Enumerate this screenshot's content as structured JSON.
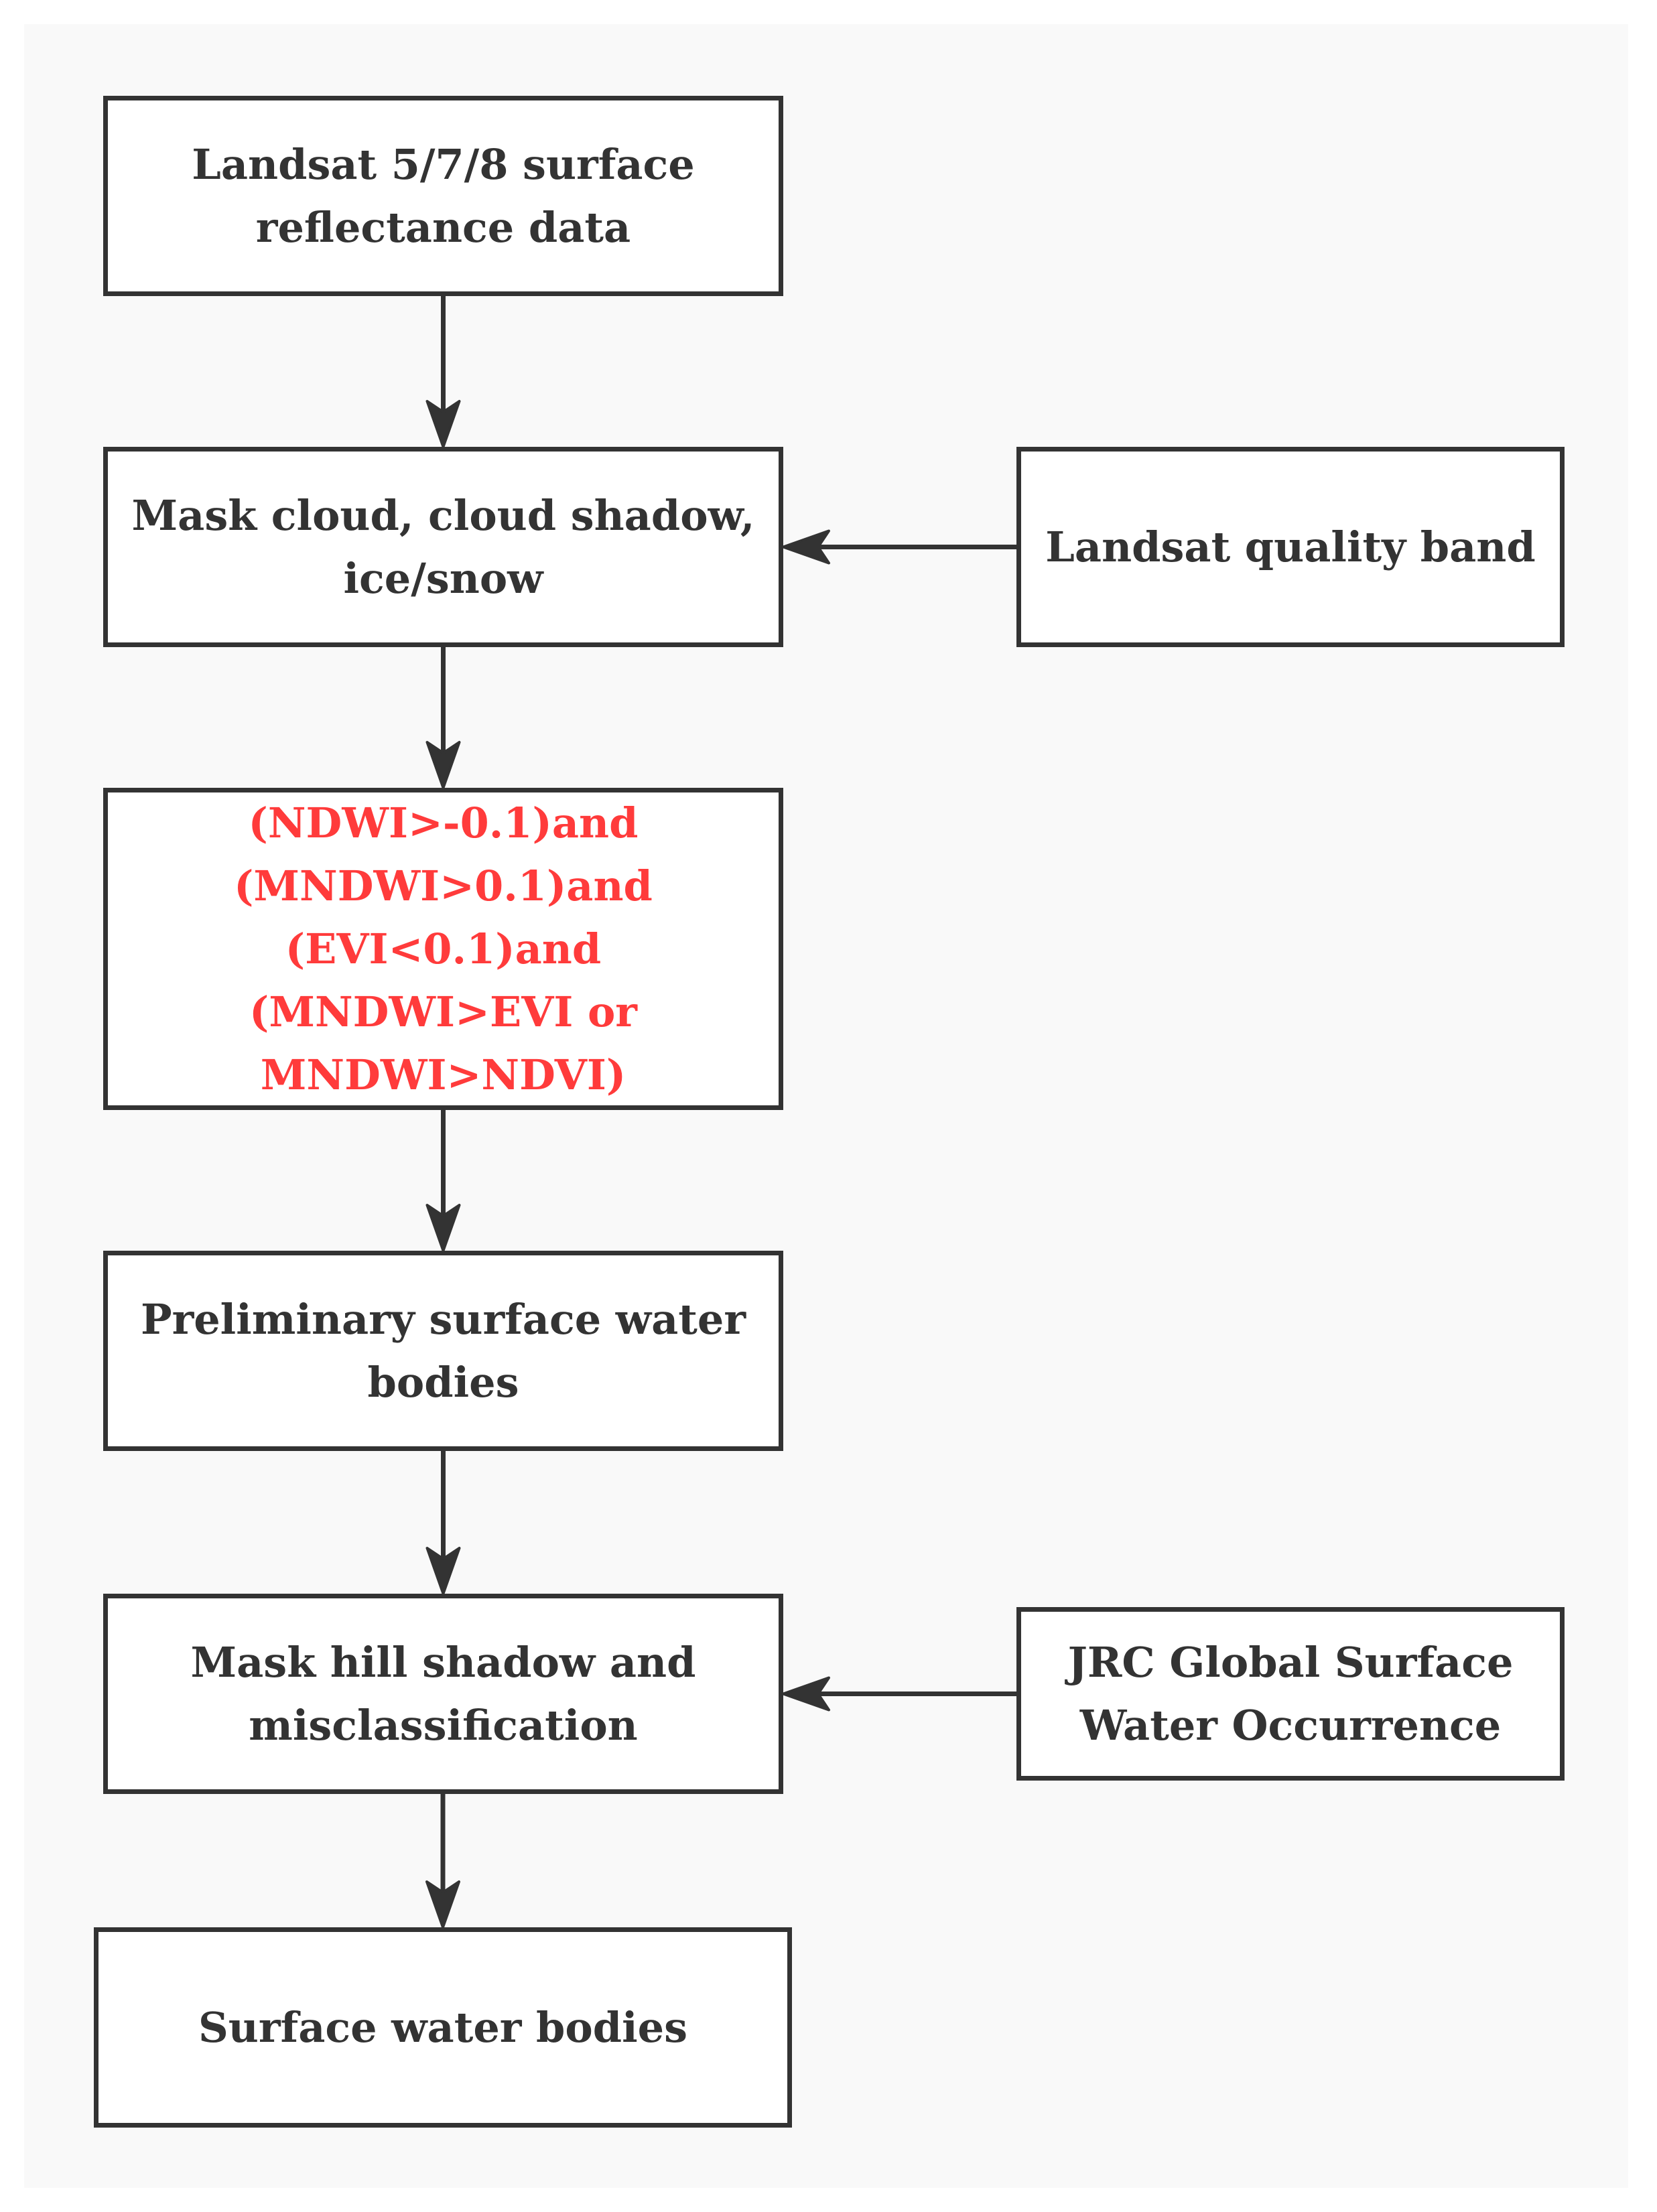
{
  "diagram": {
    "nodes": [
      {
        "id": "landsat-data",
        "label": "Landsat 5/7/8 surface\nreflectance data"
      },
      {
        "id": "mask-cloud",
        "label": "Mask cloud, cloud shadow,\nice/snow"
      },
      {
        "id": "quality-band",
        "label": "Landsat quality band"
      },
      {
        "id": "index-rules",
        "label": "(NDWI>-0.1)and\n(MNDWI>0.1)and\n(EVI<0.1)and\n(MNDWI>EVI or\nMNDWI>NDVI)"
      },
      {
        "id": "preliminary-water",
        "label": "Preliminary surface water\nbodies"
      },
      {
        "id": "mask-hill",
        "label": "Mask hill shadow and\nmisclassification"
      },
      {
        "id": "jrc-occurrence",
        "label": "JRC Global Surface\nWater Occurrence"
      },
      {
        "id": "surface-water",
        "label": "Surface water bodies"
      }
    ],
    "edges": [
      {
        "from": "landsat-data",
        "to": "mask-cloud"
      },
      {
        "from": "quality-band",
        "to": "mask-cloud"
      },
      {
        "from": "mask-cloud",
        "to": "index-rules"
      },
      {
        "from": "index-rules",
        "to": "preliminary-water"
      },
      {
        "from": "preliminary-water",
        "to": "mask-hill"
      },
      {
        "from": "jrc-occurrence",
        "to": "mask-hill"
      },
      {
        "from": "mask-hill",
        "to": "surface-water"
      }
    ],
    "colors": {
      "stroke": "#333333",
      "text": "#333333",
      "highlight_text": "#ff3b3b",
      "panel_background": "#f9f9f9"
    }
  }
}
